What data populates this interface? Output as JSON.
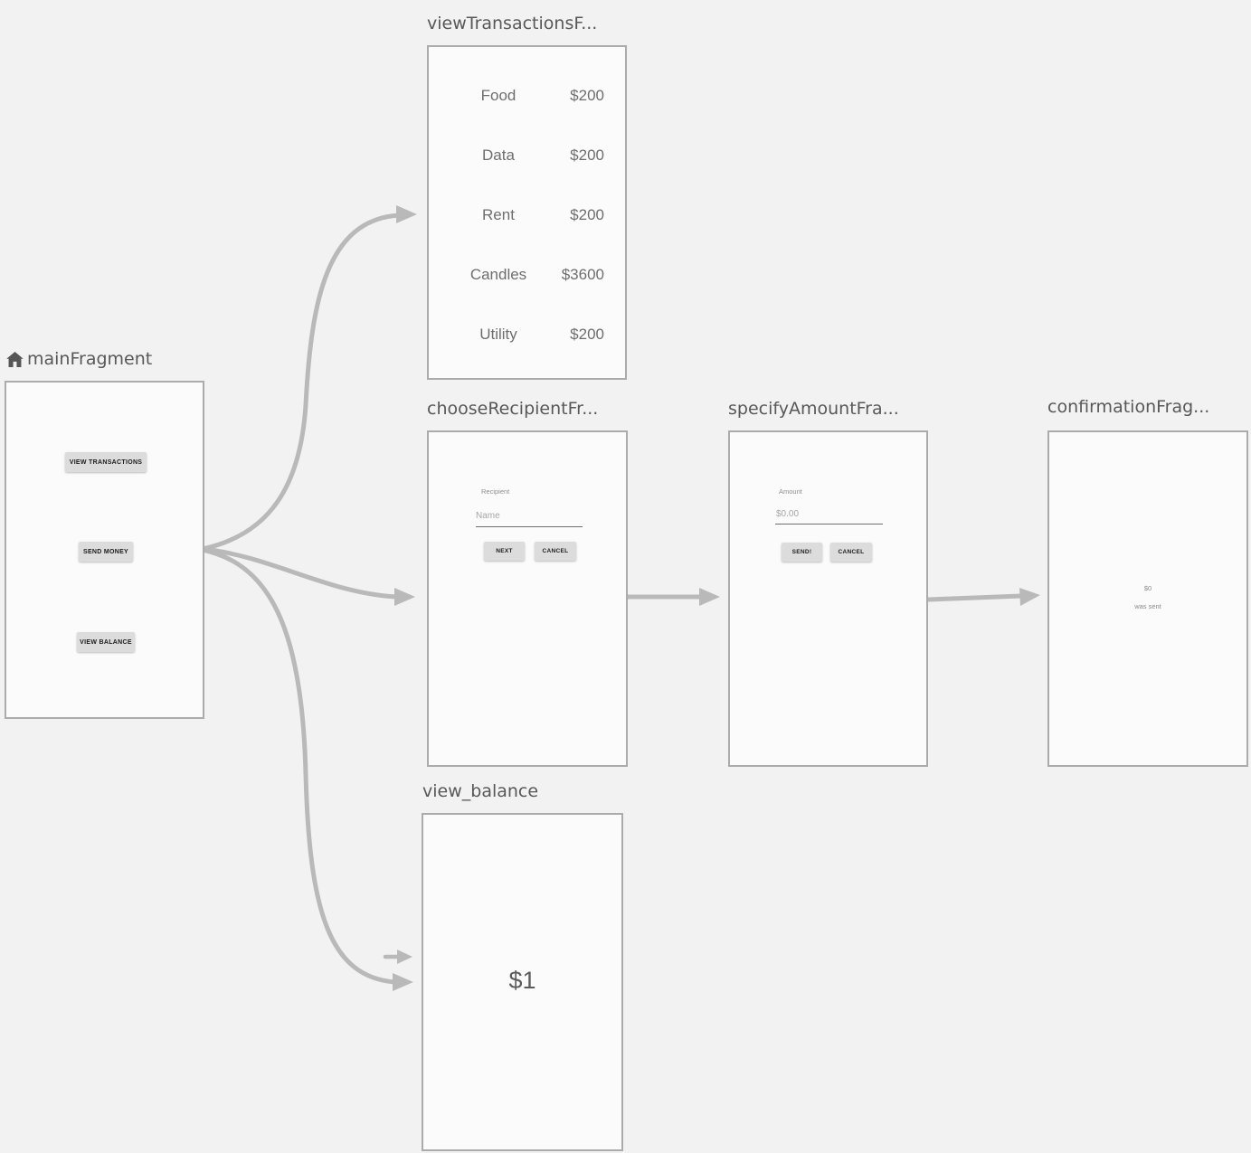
{
  "colors": {
    "background": "#f2f2f2",
    "card_fill": "#fbfbfb",
    "card_border": "#ababab",
    "arrow": "#b9b9b9",
    "title_text": "#585858"
  },
  "main_fragment": {
    "title": "mainFragment",
    "home_icon": "home-icon",
    "buttons": {
      "view_transactions": "VIEW TRANSACTIONS",
      "send_money": "SEND MONEY",
      "view_balance": "VIEW BALANCE"
    }
  },
  "view_transactions_fragment": {
    "title": "viewTransactionsF...",
    "rows": [
      {
        "label": "Food",
        "amount": "$200"
      },
      {
        "label": "Data",
        "amount": "$200"
      },
      {
        "label": "Rent",
        "amount": "$200"
      },
      {
        "label": "Candles",
        "amount": "$3600"
      },
      {
        "label": "Utility",
        "amount": "$200"
      }
    ]
  },
  "choose_recipient_fragment": {
    "title": "chooseRecipientFr...",
    "field_label": "Recipient",
    "input_placeholder": "Name",
    "next_label": "NEXT",
    "cancel_label": "CANCEL"
  },
  "specify_amount_fragment": {
    "title": "specifyAmountFra...",
    "field_label": "Amount",
    "input_placeholder": "$0.00",
    "send_label": "SEND!",
    "cancel_label": "CANCEL"
  },
  "confirmation_fragment": {
    "title": "confirmationFrag...",
    "amount_text": "$0",
    "sent_text": "was sent"
  },
  "view_balance_fragment": {
    "title": "view_balance",
    "balance_text": "$1"
  }
}
